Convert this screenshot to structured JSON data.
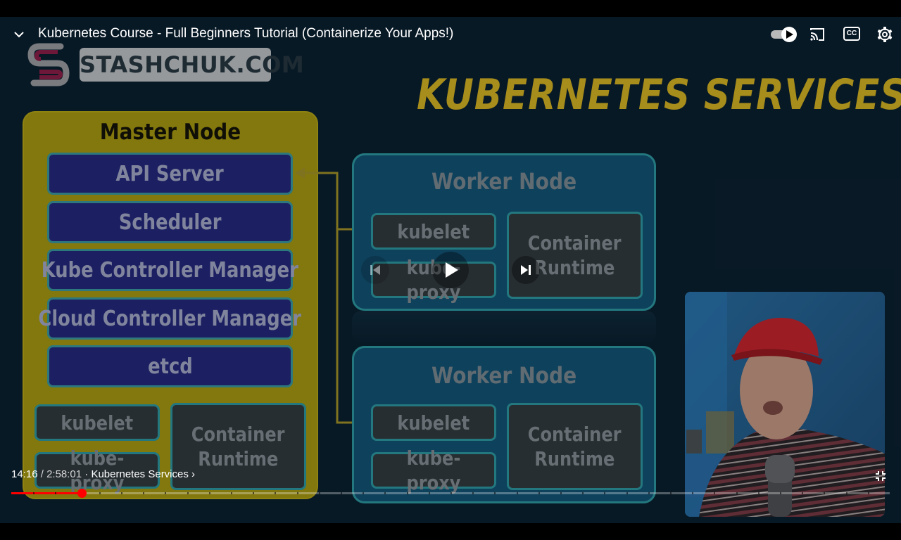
{
  "player": {
    "video_title": "Kubernetes Course - Full Beginners Tutorial (Containerize Your Apps!)",
    "current_time": "14:16",
    "separator": " / ",
    "duration": "2:58:01",
    "chapter_separator": " · ",
    "chapter": "Kubernetes Services",
    "chapter_chevron": "›",
    "progress_fraction": 0.0802,
    "accent_color": "#ff0000",
    "icons": {
      "minimize": "chevron-down-icon",
      "autoplay": "autoplay-toggle-icon",
      "cast": "cast-icon",
      "captions": "captions-icon",
      "settings": "gear-icon",
      "previous": "previous-icon",
      "play": "play-icon",
      "next": "next-icon",
      "fullscreen": "exit-fullscreen-icon"
    },
    "captions_label": "CC"
  },
  "slide": {
    "logo_text": "STASHCHUK.COM",
    "title": "KUBERNETES SERVICES",
    "master": {
      "title": "Master Node",
      "components": [
        "API Server",
        "Scheduler",
        "Kube Controller Manager",
        "Cloud Controller Manager",
        "etcd"
      ],
      "kubelet": "kubelet",
      "kube_proxy": "kube-proxy",
      "runtime_line1": "Container",
      "runtime_line2": "Runtime"
    },
    "workers": [
      {
        "title": "Worker Node",
        "kubelet": "kubelet",
        "kube_proxy": "kube-proxy",
        "runtime_line1": "Container",
        "runtime_line2": "Runtime"
      },
      {
        "title": "Worker Node",
        "kubelet": "kubelet",
        "kube_proxy": "kube-proxy",
        "runtime_line1": "Container",
        "runtime_line2": "Runtime"
      }
    ],
    "colors": {
      "title": "#d7b523",
      "master": "#a89a11",
      "worker": "#135477",
      "component": "#25297e"
    }
  }
}
